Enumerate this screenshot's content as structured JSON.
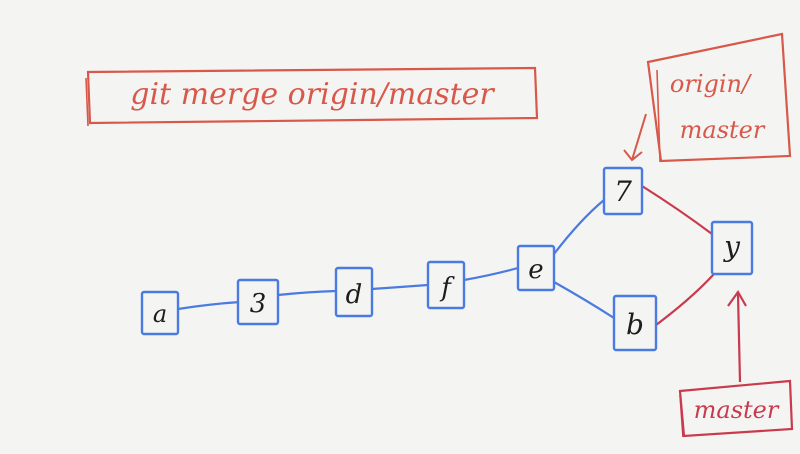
{
  "colors": {
    "blue": "#4a7be0",
    "red": "#d8584a",
    "crimson": "#c93a4d",
    "ink": "#1d1d1f",
    "paper": "#f4f4f3"
  },
  "command": {
    "text": "git merge origin/master"
  },
  "labels": {
    "origin_master_line1": "origin/",
    "origin_master_line2": "master",
    "master": "master"
  },
  "commits": [
    {
      "id": "a",
      "label": "a"
    },
    {
      "id": "3",
      "label": "3"
    },
    {
      "id": "d",
      "label": "d"
    },
    {
      "id": "f",
      "label": "f"
    },
    {
      "id": "e",
      "label": "e"
    },
    {
      "id": "7",
      "label": "7"
    },
    {
      "id": "b",
      "label": "b"
    },
    {
      "id": "y",
      "label": "y"
    }
  ]
}
